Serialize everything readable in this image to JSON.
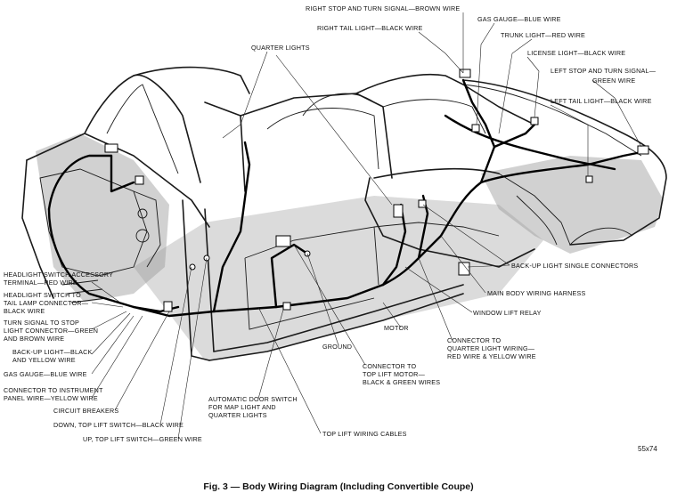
{
  "caption": "Fig. 3 — Body Wiring Diagram (Including Convertible Coupe)",
  "figure_number": "55x74",
  "labels": {
    "right_stop_turn": "RIGHT STOP AND TURN SIGNAL—BROWN WIRE",
    "right_tail": "RIGHT TAIL LIGHT—BLACK WIRE",
    "gas_gauge_top": "GAS GAUGE—BLUE WIRE",
    "trunk_light": "TRUNK LIGHT—RED WIRE",
    "license_light": "LICENSE LIGHT—BLACK WIRE",
    "left_stop_turn_1": "LEFT STOP AND TURN SIGNAL—",
    "left_stop_turn_2": "GREEN WIRE",
    "left_tail": "LEFT TAIL LIGHT—BLACK WIRE",
    "quarter_lights_top": "QUARTER LIGHTS",
    "backup_single": "BACK-UP LIGHT SINGLE CONNECTORS",
    "main_harness": "MAIN BODY WIRING HARNESS",
    "window_relay": "WINDOW LIFT RELAY",
    "motor": "MOTOR",
    "connector_quarter_1": "CONNECTOR TO",
    "connector_quarter_2": "QUARTER LIGHT WIRING—",
    "connector_quarter_3": "RED WIRE & YELLOW WIRE",
    "ground": "GROUND",
    "connector_top_1": "CONNECTOR TO",
    "connector_top_2": "TOP LIFT MOTOR—",
    "connector_top_3": "BLACK & GREEN WIRES",
    "auto_door_1": "AUTOMATIC DOOR SWITCH",
    "auto_door_2": "FOR MAP LIGHT AND",
    "auto_door_3": "QUARTER LIGHTS",
    "top_lift_cables": "TOP LIFT WIRING CABLES",
    "headlight_acc_1": "HEADLIGHT SWITCH ACCESSORY",
    "headlight_acc_2": "TERMINAL—RED WIRE",
    "headlight_tail_1": "HEADLIGHT SWITCH TO",
    "headlight_tail_2": "TAIL LAMP CONNECTOR—",
    "headlight_tail_3": "BLACK WIRE",
    "turn_stop_1": "TURN SIGNAL TO STOP",
    "turn_stop_2": "LIGHT CONNECTOR—GREEN",
    "turn_stop_3": "AND BROWN WIRE",
    "backup_1": "BACK-UP LIGHT—BLACK",
    "backup_2": "AND YELLOW WIRE",
    "gas_gauge_left": "GAS GAUGE—BLUE WIRE",
    "conn_instr_1": "CONNECTOR TO INSTRUMENT",
    "conn_instr_2": "PANEL WIRE—YELLOW WIRE",
    "circuit_breakers": "CIRCUIT BREAKERS",
    "down_switch": "DOWN, TOP LIFT SWITCH—BLACK WIRE",
    "up_switch": "UP, TOP LIFT SWITCH—GREEN WIRE"
  }
}
